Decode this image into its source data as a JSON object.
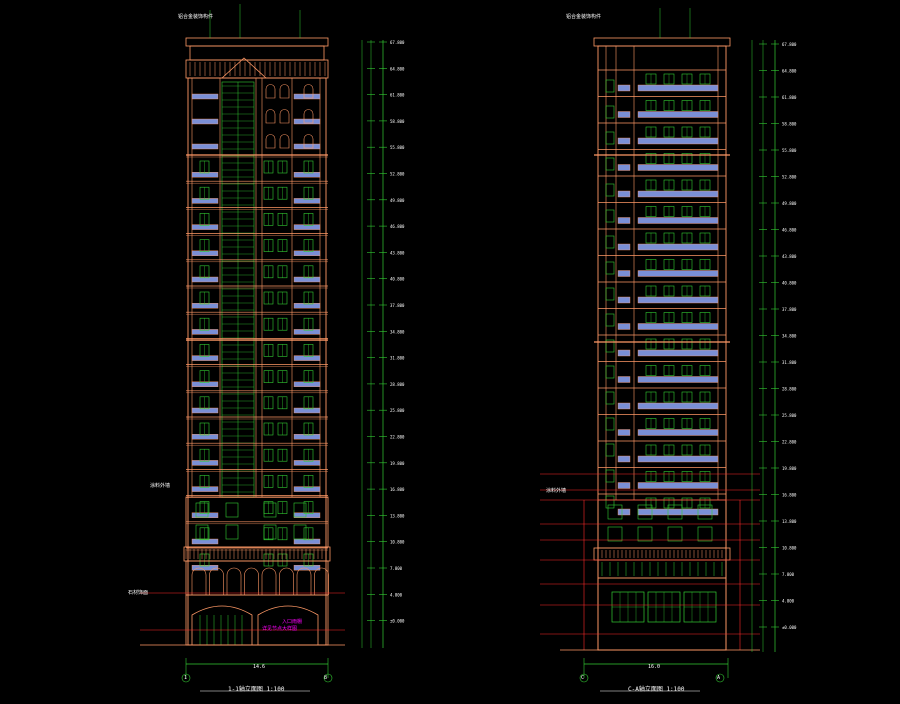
{
  "drawing": {
    "background": "#000000",
    "colors": {
      "outline": "#ff9966",
      "window": "#33cc33",
      "balcony": "#7a8fd6",
      "dimension": "#33cc33",
      "gridline": "#ff2a2a",
      "frame": "#ffffff",
      "note": "#ff00ff"
    },
    "left_elevation": {
      "title": "1-1轴立面图 1:100",
      "floors": 18,
      "annotations": {
        "top_note": "铝合金装饰构件",
        "mid_note": "涂料外墙",
        "bottom_note": "石材饰面",
        "entrance_note_1": "入口雨棚",
        "entrance_note_2": "详见节点大样图"
      },
      "width_dim": "14.6",
      "axes": [
        "1",
        "8"
      ]
    },
    "right_elevation": {
      "title": "C-A轴立面图 1:100",
      "floors": 18,
      "annotations": {
        "top_note": "铝合金装饰构件",
        "mid_note": "涂料外墙"
      },
      "width_dim": "16.0",
      "axes": [
        "C",
        "A"
      ]
    },
    "elevation_marks": [
      "67.800",
      "64.800",
      "61.800",
      "58.800",
      "55.800",
      "52.800",
      "49.800",
      "46.800",
      "43.800",
      "40.800",
      "37.800",
      "34.800",
      "31.800",
      "28.800",
      "25.800",
      "22.800",
      "19.800",
      "16.800",
      "13.800",
      "10.800",
      "7.800",
      "4.800",
      "±0.000"
    ]
  }
}
